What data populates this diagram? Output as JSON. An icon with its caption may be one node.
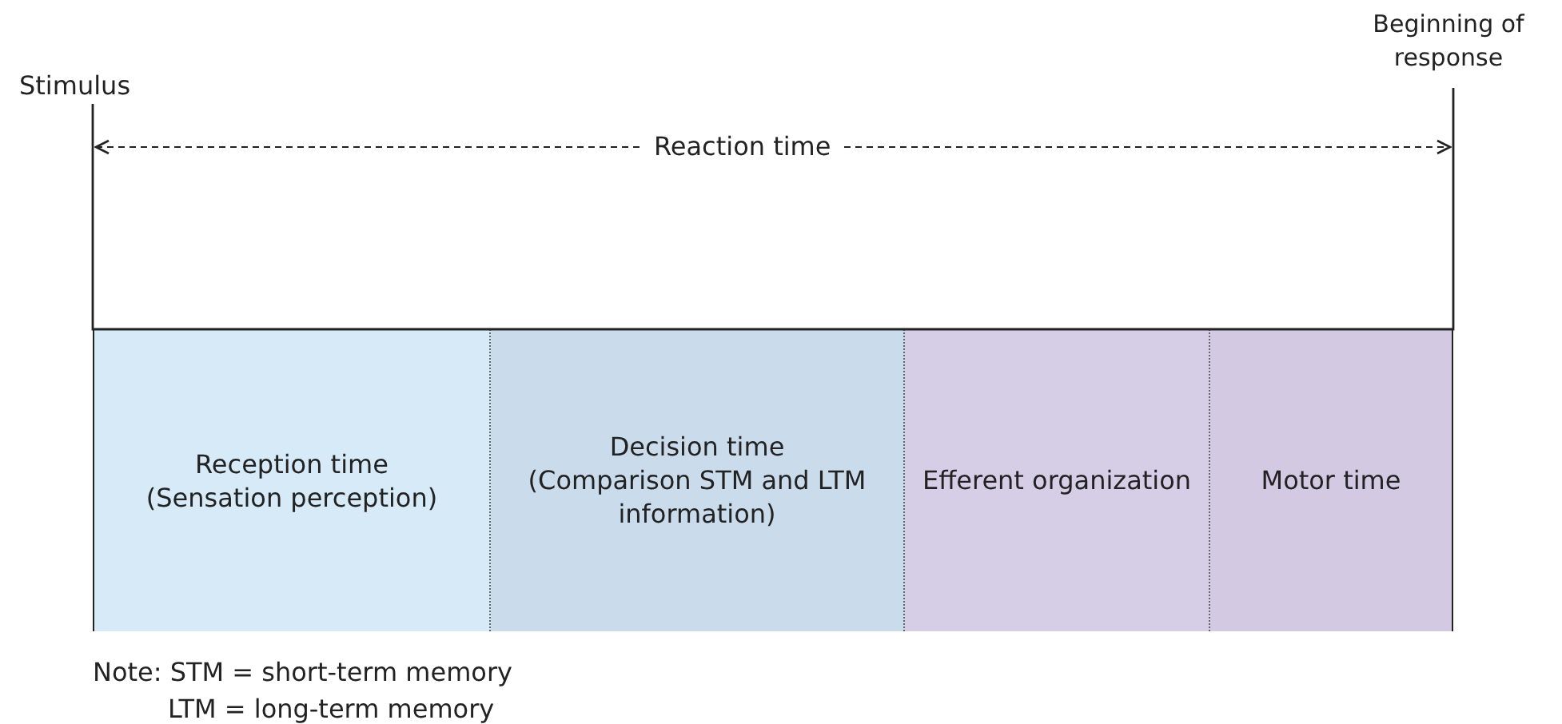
{
  "diagram": {
    "nodes": [
      {
        "text": [
          "Reception time",
          "(Sensation perception)"
        ]
      },
      {
        "text": [
          "Decision time",
          "(Comparison STM and LTM information)"
        ]
      },
      {
        "text": [
          "Efferent organization"
        ]
      },
      {
        "text": [
          "Motor time"
        ]
      }
    ],
    "labels": [
      "Beginning of response",
      "Stimulus",
      "Reaction time",
      "Note: STM = short-term memory",
      "LTM = long-term memory"
    ]
  }
}
